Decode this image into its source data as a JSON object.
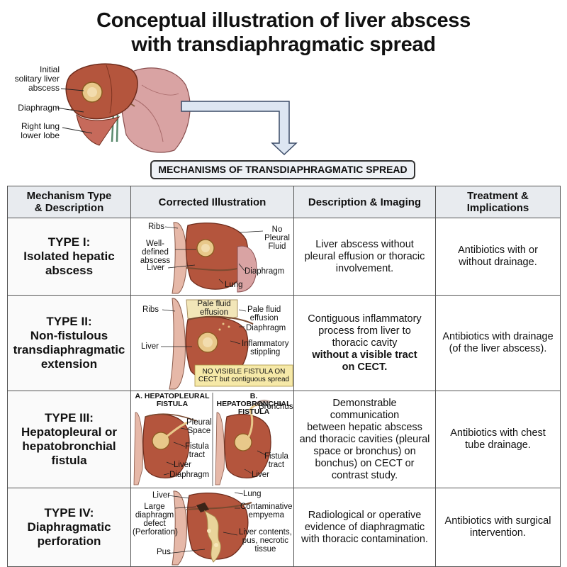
{
  "title": {
    "line1": "Conceptual illustration of liver abscess",
    "line2": "with transdiaphragmatic spread"
  },
  "top_figure": {
    "labels": {
      "abscess_1": "Initial",
      "abscess_2": "solitary liver",
      "abscess_3": "abscess",
      "diaphragm": "Diaphragm",
      "lung_1": "Right lung",
      "lung_2": "lower lobe"
    }
  },
  "mechanisms_header": "MECHANISMS OF TRANSDIAPHRAGMATIC SPREAD",
  "table": {
    "headers": {
      "col1_1": "Mechanism Type",
      "col1_2": "& Description",
      "col2": "Corrected Illustration",
      "col3": "Description & Imaging",
      "col4_1": "Treatment &",
      "col4_2": "Implications"
    },
    "rows": [
      {
        "type": "TYPE I:",
        "name_1": "Isolated hepatic",
        "name_2": "abscess",
        "desc_1": "Liver abscess without",
        "desc_2": "pleural effusion or thoracic",
        "desc_3": "involvement.",
        "treat_1": "Antibiotics with or",
        "treat_2": "without drainage.",
        "illus": {
          "ribs": "Ribs",
          "wd_1": "Well-defined",
          "wd_2": "abscess",
          "liver": "Liver",
          "np_1": "No",
          "np_2": "Pleural",
          "np_3": "Fluid",
          "diaphragm": "Diaphragm",
          "lung": "Lung"
        }
      },
      {
        "type": "TYPE II:",
        "name_1": "Non-fistulous",
        "name_2": "transdiaphragmatic",
        "name_3": "extension",
        "desc_1": "Contiguous inflammatory",
        "desc_2": "process from liver to",
        "desc_3": "thoracic cavity",
        "desc_4": "without a visible tract",
        "desc_5": "on CECT.",
        "treat_1": "Antibiotics with drainage",
        "treat_2": "(of the liver abscess).",
        "illus": {
          "ribs": "Ribs",
          "pf_1": "Pale fluid",
          "pf_2": "effusion",
          "pf2_1": "Pale fluid",
          "pf2_2": "effusion",
          "diaphragm": "Diaphragm",
          "liver": "Liver",
          "inf_1": "Inflammatory",
          "inf_2": "stippling",
          "note_1": "NO VISIBLE FISTULA ON",
          "note_2": "CECT but contiguous spread"
        }
      },
      {
        "type": "TYPE III:",
        "name_1": "Hepatopleural or",
        "name_2": "hepatobronchial",
        "name_3": "fistula",
        "desc_1": "Demonstrable",
        "desc_2": "communication",
        "desc_3": "between hepatic abscess",
        "desc_4": "and thoracic cavities (pleural",
        "desc_5": "space or bronchus) on",
        "desc_6": "bonchus) on CECT or",
        "desc_7": "contrast study.",
        "treat_1": "Antibiotics with chest",
        "treat_2": "tube drainage.",
        "illus": {
          "a_1": "A. HEPATOPLEURAL",
          "a_2": "FISTULA",
          "b_1": "B. HEPATOBRONCHIAL",
          "b_2": "FISTULA",
          "ps_1": "Pleural",
          "ps_2": "Space",
          "ft_1": "Fistula",
          "ft_2": "tract",
          "liver_a": "Liver",
          "diaphragm": "Diaphragm",
          "bronchus": "Bronchus",
          "ftb_1": "Fistula",
          "ftb_2": "tract",
          "liver_b": "Liver"
        }
      },
      {
        "type": "TYPE IV:",
        "name_1": "Diaphragmatic",
        "name_2": "perforation",
        "desc_1": "Radiological or operative",
        "desc_2": "evidence of diaphragmatic",
        "desc_3": "with thoracic contamination.",
        "treat_1": "Antibiotics with surgical",
        "treat_2": "intervention.",
        "illus": {
          "liver": "Liver",
          "ldd_1": "Large",
          "ldd_2": "diaphragm",
          "ldd_3": "defect",
          "ldd_4": "(Perforation)",
          "pus": "Pus",
          "lung": "Lung",
          "ce_1": "Contaminative",
          "ce_2": "empyema",
          "lc_1": "Liver contents,",
          "lc_2": "pus, necrotic",
          "lc_3": "tissue"
        }
      }
    ]
  },
  "colors": {
    "liver": "#b4553d",
    "liver_light": "#cf7a5c",
    "lung": "#d9a3a3",
    "abscess": "#e8c88a",
    "arrow_fill": "#dde6f2",
    "arrow_stroke": "#3a4a66",
    "header_bg": "#e8ebef"
  }
}
